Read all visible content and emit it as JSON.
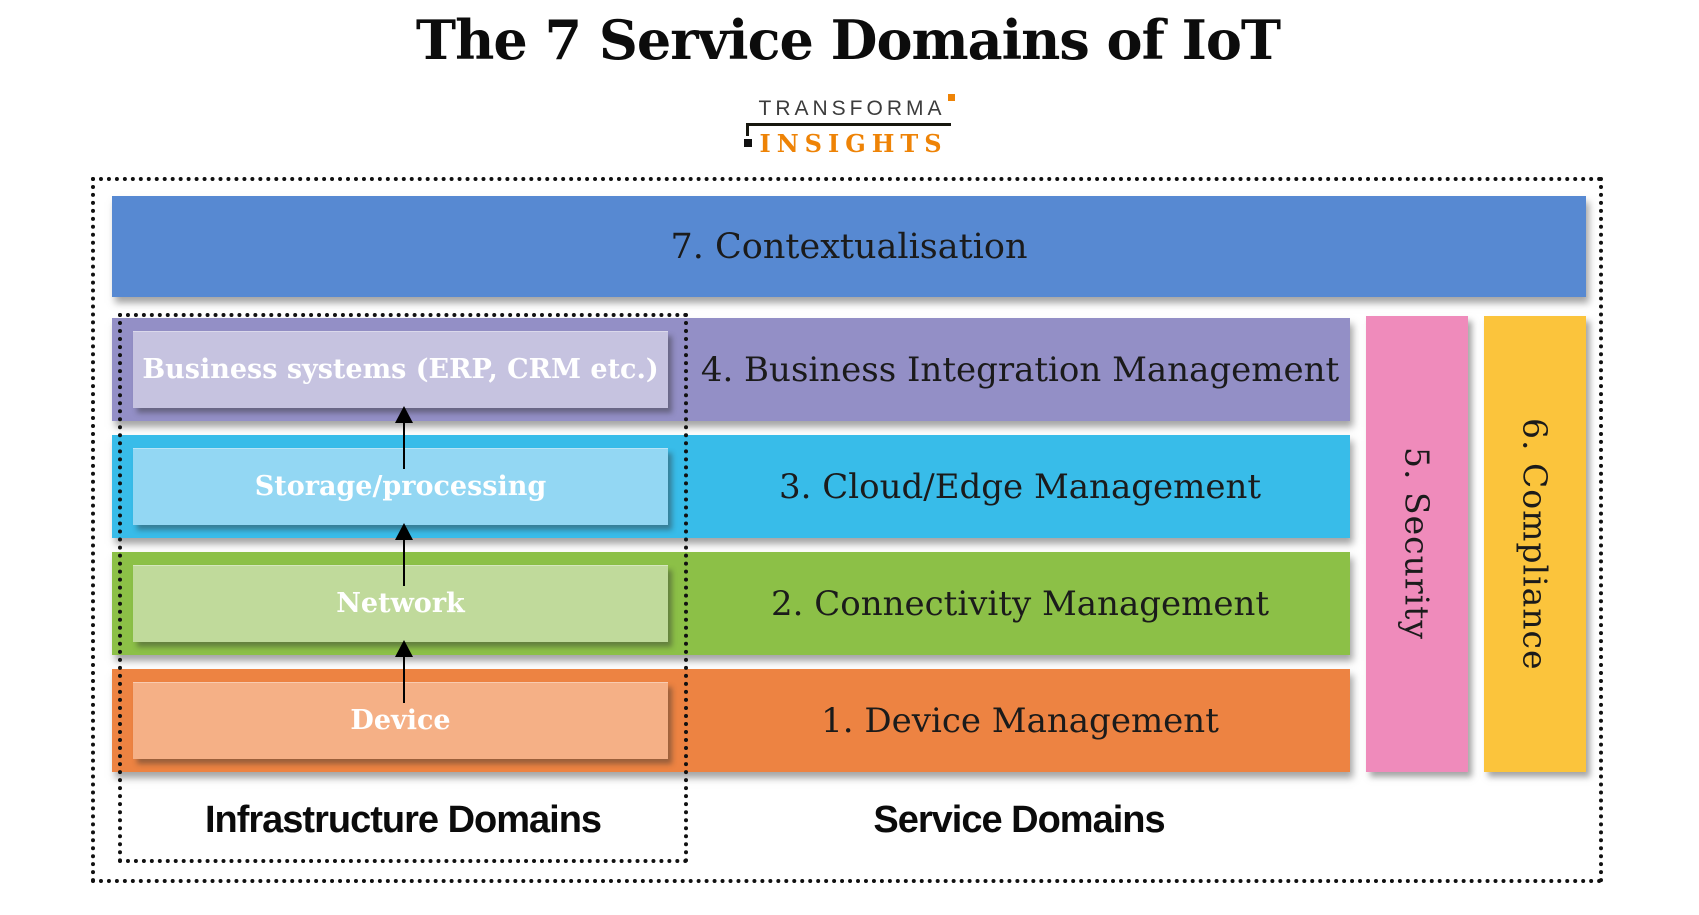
{
  "title": "The 7 Service Domains of IoT",
  "logo": {
    "line1": "TRANSFORMA",
    "line2": "INSIGHTS",
    "orange": "#EE8306",
    "dark": "#3C3C3C"
  },
  "diagram": {
    "contextualisation": {
      "label": "7. Contextualisation",
      "color": "#5789D2"
    },
    "rows": [
      {
        "service_label": "4. Business Integration Management",
        "infra_label": "Business systems (ERP, CRM etc.)",
        "bar_color": "#938FC6",
        "inner_color": "#C6C3E0"
      },
      {
        "service_label": "3. Cloud/Edge Management",
        "infra_label": "Storage/processing",
        "bar_color": "#38BCE9",
        "inner_color": "#93D7F3"
      },
      {
        "service_label": "2. Connectivity Management",
        "infra_label": "Network",
        "bar_color": "#8CC047",
        "inner_color": "#C0DA9B"
      },
      {
        "service_label": "1. Device Management",
        "infra_label": "Device",
        "bar_color": "#ED8342",
        "inner_color": "#F5B086"
      }
    ],
    "verticals": [
      {
        "label": "5. Security",
        "color": "#EF8BBB"
      },
      {
        "label": "6. Compliance",
        "color": "#FBC43C"
      }
    ],
    "footer": {
      "infrastructure": "Infrastructure Domains",
      "services": "Service Domains"
    }
  }
}
